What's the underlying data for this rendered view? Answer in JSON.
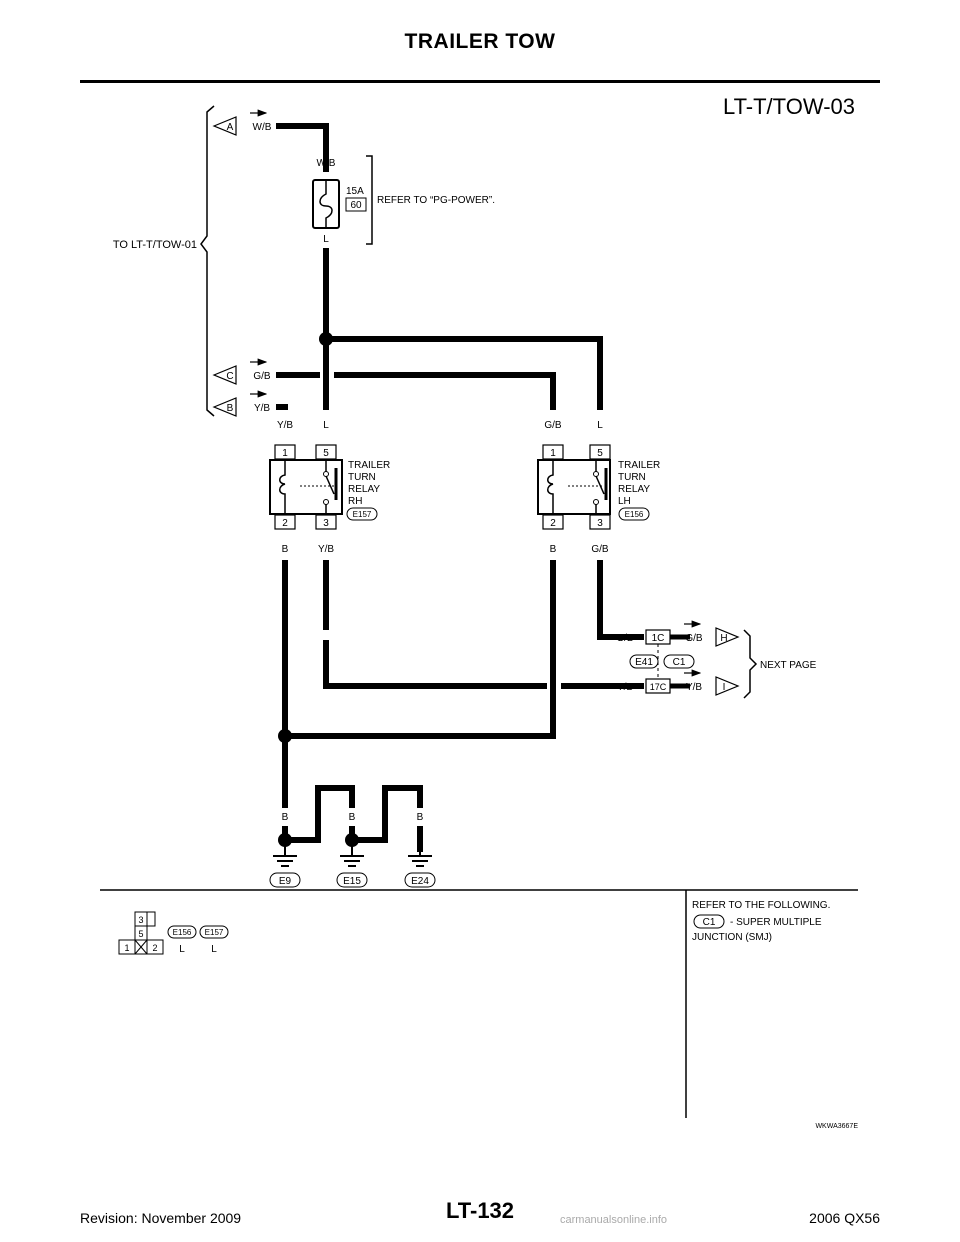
{
  "page": {
    "title": "TRAILER TOW",
    "diagram_id": "LT-T/TOW-03",
    "page_number": "LT-132",
    "revision": "Revision: November 2009",
    "model": "2006 QX56",
    "watermark": "carmanualsonline.info",
    "figure_code": "WKWA3667E"
  },
  "labels": {
    "to_prev": "TO LT-T/TOW-01",
    "next_page": "NEXT PAGE",
    "refer_power": "REFER TO “PG-POWER”.",
    "fuse_amp": "15A",
    "fuse_num": "60"
  },
  "connectors": {
    "a": "A",
    "b": "B",
    "c": "C",
    "h": "H",
    "i": "I"
  },
  "wires": {
    "wb": "W/B",
    "gb": "G/B",
    "yb": "Y/B",
    "l": "L",
    "b": "B"
  },
  "relays": {
    "rh": {
      "line1": "TRAILER",
      "line2": "TURN",
      "line3": "RELAY",
      "line4": "RH",
      "connector": "E157"
    },
    "lh": {
      "line1": "TRAILER",
      "line2": "TURN",
      "line3": "RELAY",
      "line4": "LH",
      "connector": "E156"
    }
  },
  "pins": {
    "p1": "1",
    "p2": "2",
    "p3": "3",
    "p5": "5"
  },
  "joint": {
    "pin_top": "1C",
    "pin_bottom": "17C",
    "conn_e": "E41",
    "conn_c": "C1"
  },
  "grounds": {
    "g1": "E9",
    "g2": "E15",
    "g3": "E24"
  },
  "legend": {
    "conn_a": "E156",
    "conn_b": "E157",
    "color_a": "L",
    "color_b": "L",
    "refer": "REFER TO THE FOLLOWING.",
    "refer_item": "C1",
    "refer_desc_1": "- SUPER MULTIPLE",
    "refer_desc_2": "JUNCTION (SMJ)"
  }
}
